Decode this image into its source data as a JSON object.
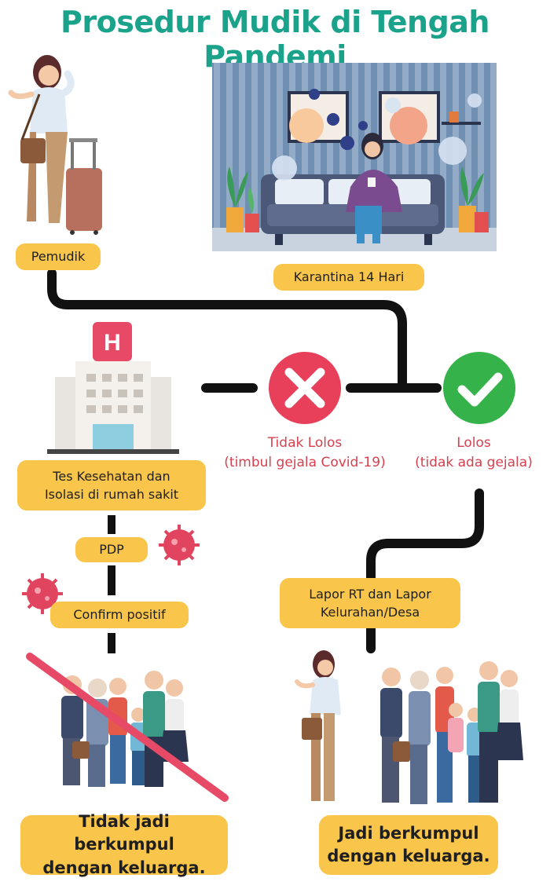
{
  "title": "Prosedur Mudik di Tengah Pandemi",
  "nodes": {
    "pemudik": "Pemudik",
    "karantina": "Karantina 14 Hari",
    "tes": [
      "Tes Kesehatan dan",
      "Isolasi di rumah sakit"
    ],
    "pdp": "PDP",
    "confirm": "Confirm positif",
    "lapor": [
      "Lapor RT dan Lapor",
      "Kelurahan/Desa"
    ],
    "tidak_berkumpul": [
      "Tidak jadi berkumpul",
      "dengan keluarga."
    ],
    "berkumpul": [
      "Jadi berkumpul",
      "dengan keluarga."
    ]
  },
  "outcomes": {
    "tidak_lolos": {
      "label": "Tidak Lolos",
      "note": "(timbul gejala Covid-19)"
    },
    "lolos": {
      "label": "Lolos",
      "note": "(tidak ada gejala)"
    }
  },
  "colors": {
    "title": "#1aa38a",
    "pill": "#f9c54a",
    "fail": "#e8405a",
    "pass": "#35b24a",
    "connector": "#111111",
    "virus": "#e0445e"
  },
  "icons": {
    "fail_mark": "x-circle-icon",
    "pass_mark": "check-circle-icon",
    "virus": "virus-icon",
    "hospital": "hospital-icon"
  }
}
